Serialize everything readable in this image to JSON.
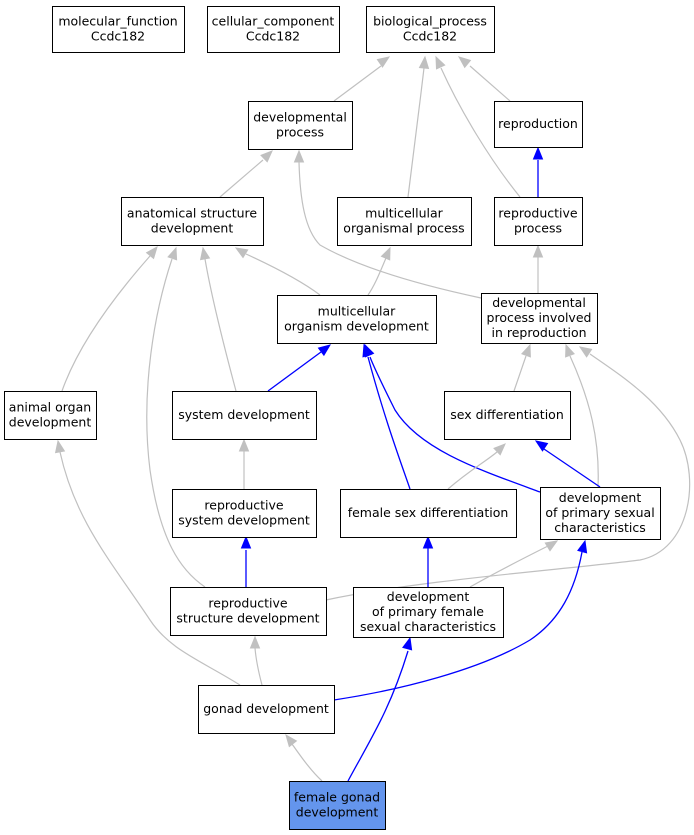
{
  "colors": {
    "node_border": "#000000",
    "highlight_fill": "#6495ed",
    "edge_gray": "#c0c0c0",
    "edge_blue": "#0000ff"
  },
  "nodes": [
    {
      "id": "mf",
      "lines": [
        "molecular_function",
        "Ccdc182"
      ]
    },
    {
      "id": "cc",
      "lines": [
        "cellular_component",
        "Ccdc182"
      ]
    },
    {
      "id": "bp",
      "lines": [
        "biological_process",
        "Ccdc182"
      ]
    },
    {
      "id": "devproc",
      "lines": [
        "developmental",
        "process"
      ]
    },
    {
      "id": "repro",
      "lines": [
        "reproduction"
      ]
    },
    {
      "id": "asd",
      "lines": [
        "anatomical structure",
        "development"
      ]
    },
    {
      "id": "mop",
      "lines": [
        "multicellular",
        "organismal process"
      ]
    },
    {
      "id": "rp",
      "lines": [
        "reproductive",
        "process"
      ]
    },
    {
      "id": "mod",
      "lines": [
        "multicellular",
        "organism development"
      ]
    },
    {
      "id": "dpir",
      "lines": [
        "developmental",
        "process involved",
        "in reproduction"
      ]
    },
    {
      "id": "aod",
      "lines": [
        "animal organ",
        "development"
      ]
    },
    {
      "id": "sysdev",
      "lines": [
        "system development"
      ]
    },
    {
      "id": "sexdiff",
      "lines": [
        "sex differentiation"
      ]
    },
    {
      "id": "rsysdev",
      "lines": [
        "reproductive",
        "system development"
      ]
    },
    {
      "id": "fsd",
      "lines": [
        "female sex differentiation"
      ]
    },
    {
      "id": "dpsc",
      "lines": [
        "development",
        "of primary sexual",
        "characteristics"
      ]
    },
    {
      "id": "rstrdev",
      "lines": [
        "reproductive",
        "structure development"
      ]
    },
    {
      "id": "dpfsc",
      "lines": [
        "development",
        "of primary female",
        "sexual characteristics"
      ]
    },
    {
      "id": "gonad",
      "lines": [
        "gonad development"
      ]
    },
    {
      "id": "fgd",
      "lines": [
        "female gonad",
        "development"
      ],
      "highlight": true
    }
  ],
  "edges": [
    {
      "from": "devproc",
      "to": "bp",
      "color": "gray"
    },
    {
      "from": "mop",
      "to": "bp",
      "color": "gray"
    },
    {
      "from": "rp",
      "to": "bp",
      "color": "gray"
    },
    {
      "from": "repro",
      "to": "bp",
      "color": "gray"
    },
    {
      "from": "rp",
      "to": "repro",
      "color": "blue"
    },
    {
      "from": "asd",
      "to": "devproc",
      "color": "gray"
    },
    {
      "from": "dpir",
      "to": "devproc",
      "color": "gray"
    },
    {
      "from": "mod",
      "to": "asd",
      "color": "gray"
    },
    {
      "from": "aod",
      "to": "asd",
      "color": "gray"
    },
    {
      "from": "sysdev",
      "to": "asd",
      "color": "gray"
    },
    {
      "from": "rstrdev",
      "to": "asd",
      "color": "gray"
    },
    {
      "from": "mod",
      "to": "mop",
      "color": "gray"
    },
    {
      "from": "dpir",
      "to": "rp",
      "color": "gray"
    },
    {
      "from": "sysdev",
      "to": "mod",
      "color": "blue"
    },
    {
      "from": "fsd",
      "to": "mod",
      "color": "blue"
    },
    {
      "from": "dpsc",
      "to": "mod",
      "color": "blue"
    },
    {
      "from": "sexdiff",
      "to": "dpir",
      "color": "gray"
    },
    {
      "from": "dpsc",
      "to": "dpir",
      "color": "gray"
    },
    {
      "from": "rstrdev",
      "to": "dpir",
      "color": "gray"
    },
    {
      "from": "gonad",
      "to": "aod",
      "color": "gray"
    },
    {
      "from": "rsysdev",
      "to": "sysdev",
      "color": "gray"
    },
    {
      "from": "fsd",
      "to": "sexdiff",
      "color": "gray"
    },
    {
      "from": "dpsc",
      "to": "sexdiff",
      "color": "blue"
    },
    {
      "from": "rstrdev",
      "to": "rsysdev",
      "color": "blue"
    },
    {
      "from": "dpfsc",
      "to": "fsd",
      "color": "blue"
    },
    {
      "from": "dpfsc",
      "to": "dpsc",
      "color": "gray"
    },
    {
      "from": "gonad",
      "to": "dpsc",
      "color": "blue"
    },
    {
      "from": "gonad",
      "to": "rstrdev",
      "color": "gray"
    },
    {
      "from": "fgd",
      "to": "dpfsc",
      "color": "blue"
    },
    {
      "from": "fgd",
      "to": "gonad",
      "color": "gray"
    }
  ]
}
